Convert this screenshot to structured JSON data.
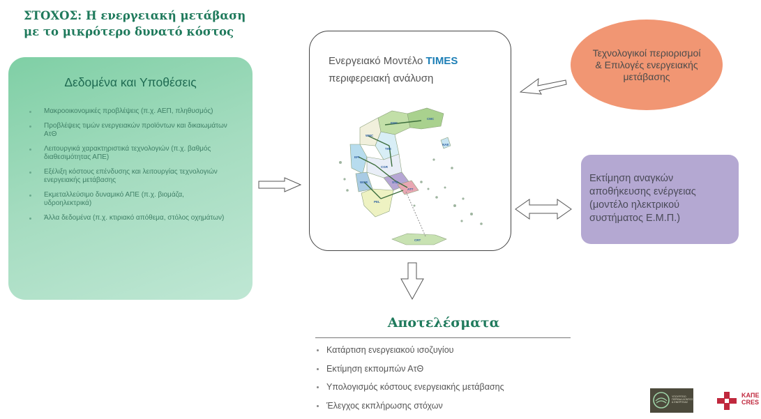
{
  "goal": {
    "line1": "ΣΤΟΧΟΣ: Η ενεργειακή μετάβαση",
    "line2": "με το μικρότερο δυνατό κόστος"
  },
  "data_box": {
    "title": "Δεδομένα και Υποθέσεις",
    "items": [
      "Μακροοικονομικές προβλέψεις (π.χ. ΑΕΠ, πληθυσμός)",
      "Προβλέψεις τιμών ενεργειακών προϊόντων και δικαιωμάτων ΑτΘ",
      "Λειτουργικά χαρακτηριστικά τεχνολογιών (π.χ. βαθμός διαθεσιμότητας ΑΠΕ)",
      "Εξέλιξη κόστους επένδυσης και λειτουργίας τεχνολογιών ενεργειακής μετάβασης",
      "Εκμεταλλεύσιμο δυναμικό ΑΠΕ (π.χ. βιομάζα, υδροηλεκτρικά)",
      "Άλλα δεδομένα (π.χ. κτιριακό απόθεμα, στόλος οχημάτων)"
    ]
  },
  "model": {
    "title_prefix": "Ενεργειακό Μοντέλο ",
    "title_bold": "TIMES",
    "subtitle": "περιφερειακή ανάλυση",
    "map_labels": [
      "EMC",
      "CMC",
      "WMC",
      "THE",
      "EPI",
      "WGR",
      "CGR",
      "STE",
      "ATT",
      "PEL",
      "NAE",
      "CRT"
    ]
  },
  "tech": {
    "text": "Τεχνολογικοί περιορισμοί & Επιλογές ενεργειακής μετάβασης"
  },
  "storage": {
    "text": "Εκτίμηση αναγκών αποθήκευσης ενέργειας (μοντέλο ηλεκτρικού συστήματος Ε.Μ.Π.)"
  },
  "results": {
    "title": "Αποτελέσματα",
    "items": [
      "Κατάρτιση ενεργειακού ισοζυγίου",
      "Εκτίμηση εκπομπών ΑτΘ",
      "Υπολογισμός κόστους ενεργειακής μετάβασης",
      "Έλεγχος εκπλήρωσης στόχων"
    ]
  },
  "logos": {
    "logo1_text": "ΥΠΟΥΡΓΕΙΟ ΠΕΡΙΒΑΛΛΟΝΤΟΣ & ΕΝΕΡΓΕΙΑΣ",
    "logo2_line1": "ΚΑΠΕ",
    "logo2_line2": "CRES"
  },
  "colors": {
    "goal_green": "#1f7a5c",
    "data_box_green": "#a5dcc0",
    "tech_orange": "#f19673",
    "storage_purple": "#b4a8d2",
    "times_blue": "#1d7fb6",
    "cres_red": "#c0283d"
  }
}
